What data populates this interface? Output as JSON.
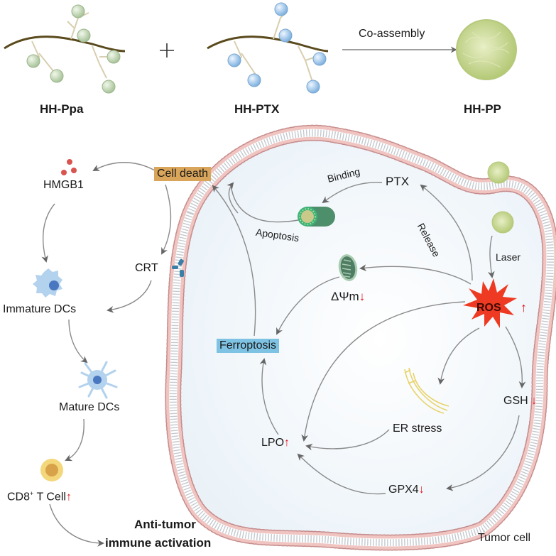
{
  "top": {
    "polymer_a": "HH-Ppa",
    "plus": "+",
    "polymer_b": "HH-PTX",
    "process": "Co-assembly",
    "product": "HH-PP"
  },
  "immune": {
    "hmgb1": "HMGB1",
    "cell_death": "Cell death",
    "crt": "CRT",
    "immature_dcs": "Immature DCs",
    "mature_dcs": "Mature DCs",
    "cd8_prefix": "CD8",
    "cd8_sup": "+",
    "cd8_suffix": " T Cell",
    "outcome_line1": "Anti-tumor",
    "outcome_line2": "immune activation"
  },
  "tumor": {
    "ptx": "PTX",
    "binding": "Binding",
    "release": "Release",
    "apoptosis": "Apoptosis",
    "laser": "Laser",
    "ros": "ROS",
    "mito_potential": "ΔΨm",
    "ferroptosis": "Ferroptosis",
    "er_stress": "ER stress",
    "gsh": "GSH",
    "lpo": "LPO",
    "gpx4": "GPX4",
    "cell_label": "Tumor cell"
  },
  "indicators": {
    "up": "↑",
    "down": "↓"
  },
  "colors": {
    "cell_death_box": "#d9a55a",
    "ferroptosis_box": "#7ec3e3",
    "ros_burst": "#ee3a22",
    "indicator_red": "#e0141e",
    "membrane_head": "#e8b4b0",
    "hh_ppa_bead": "#c8dcb8",
    "hh_ptx_bead": "#a9cdeb",
    "nanoparticle": "#c9d98a",
    "backbone": "#5a4a1c"
  }
}
